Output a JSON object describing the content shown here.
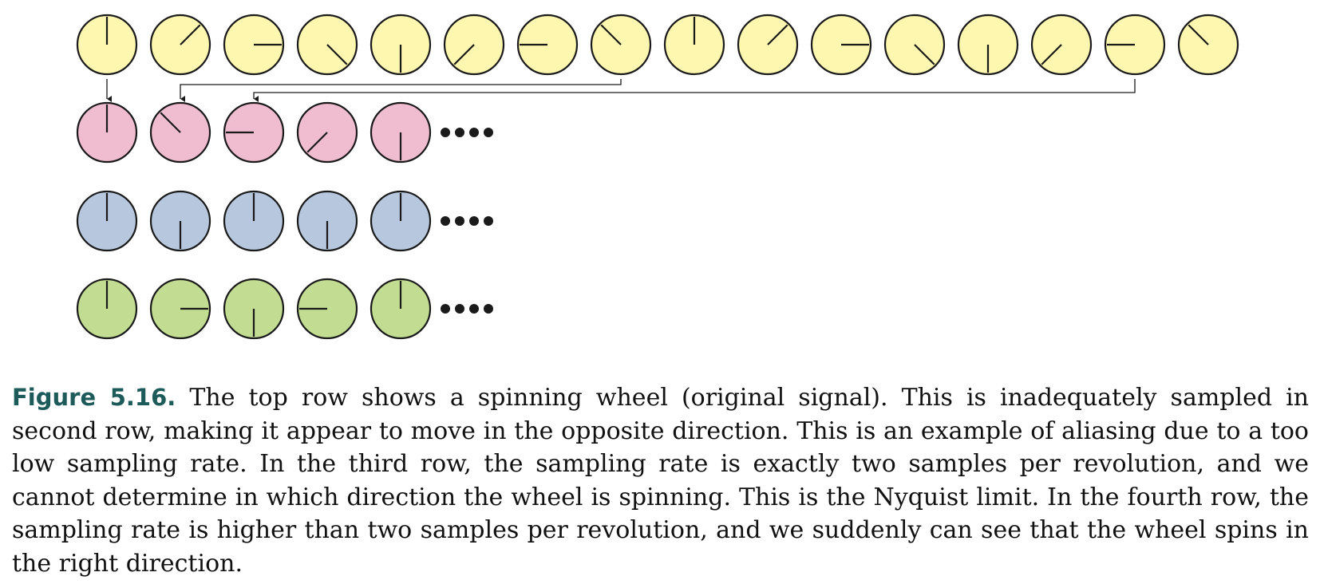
{
  "figure": {
    "colors": {
      "original": "#fdf7b0",
      "undersampled": "#f0bccf",
      "nyquist": "#b7c8de",
      "oversampled": "#c2dc92",
      "stroke": "#1a1a1a"
    },
    "rows": [
      {
        "id": "original",
        "spoke_directions": [
          "up",
          "up-right",
          "right",
          "down-right",
          "down",
          "down-left",
          "left",
          "up-left",
          "up",
          "up-right",
          "right",
          "down-right",
          "down",
          "down-left",
          "left",
          "up-left"
        ],
        "continues": false
      },
      {
        "id": "undersampled",
        "spoke_directions": [
          "up",
          "up-left",
          "left",
          "down-left",
          "down"
        ],
        "continues": true
      },
      {
        "id": "nyquist",
        "spoke_directions": [
          "up",
          "down",
          "up",
          "down",
          "up"
        ],
        "continues": true
      },
      {
        "id": "oversampled",
        "spoke_directions": [
          "up",
          "right",
          "down",
          "left",
          "up"
        ],
        "continues": true
      }
    ],
    "sampling_arrows": [
      {
        "from_wheel": 1,
        "to_wheel": 1
      },
      {
        "from_wheel": 8,
        "to_wheel": 2
      },
      {
        "from_wheel": 15,
        "to_wheel": 3
      }
    ]
  },
  "caption": {
    "label": "Figure 5.16.",
    "text": "The top row shows a spinning wheel (original signal). This is inadequately sampled in second row, making it appear to move in the opposite direction. This is an example of aliasing due to a too low sampling rate. In the third row, the sampling rate is exactly two samples per revolution, and we cannot determine in which direction the wheel is spinning. This is the Nyquist limit. In the fourth row, the sampling rate is higher than two samples per revolution, and we suddenly can see that the wheel spins in the right direction."
  }
}
